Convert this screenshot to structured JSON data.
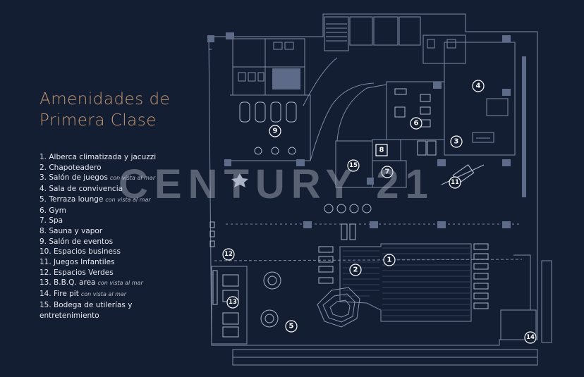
{
  "title_lines": [
    "Amenidades de",
    "Primera Clase"
  ],
  "amenities": [
    {
      "text": "1. Alberca climatizada y jacuzzi",
      "note": ""
    },
    {
      "text": "2. Chapoteadero",
      "note": ""
    },
    {
      "text": "3. Salón de juegos",
      "note": "con vista al mar"
    },
    {
      "text": "4. Sala de convivencia",
      "note": ""
    },
    {
      "text": "5. Terraza lounge",
      "note": "con vista al mar"
    },
    {
      "text": "6. Gym",
      "note": ""
    },
    {
      "text": "7. Spa",
      "note": ""
    },
    {
      "text": "8. Sauna y vapor",
      "note": ""
    },
    {
      "text": "9. Salón de eventos",
      "note": ""
    },
    {
      "text": "10. Espacios business",
      "note": ""
    },
    {
      "text": "11. Juegos Infantiles",
      "note": ""
    },
    {
      "text": "12. Espacios Verdes",
      "note": ""
    },
    {
      "text": "13. B.B.Q. area",
      "note": "con vista al mar"
    },
    {
      "text": "14. Fire pit",
      "note": "con vista al mar"
    },
    {
      "text": "15. Bodega de utilerías y",
      "note": "",
      "cont": "entretenimiento"
    }
  ],
  "markers": [
    "1",
    "2",
    "3",
    "4",
    "5",
    "6",
    "7",
    "8",
    "9",
    "11",
    "12",
    "13",
    "14",
    "15"
  ],
  "watermark": "CENTURY 21",
  "colors": {
    "background": "#141e33",
    "title": "#c49a72",
    "plan_lines": "#7f8aa3",
    "columns": "#5e6b88"
  }
}
